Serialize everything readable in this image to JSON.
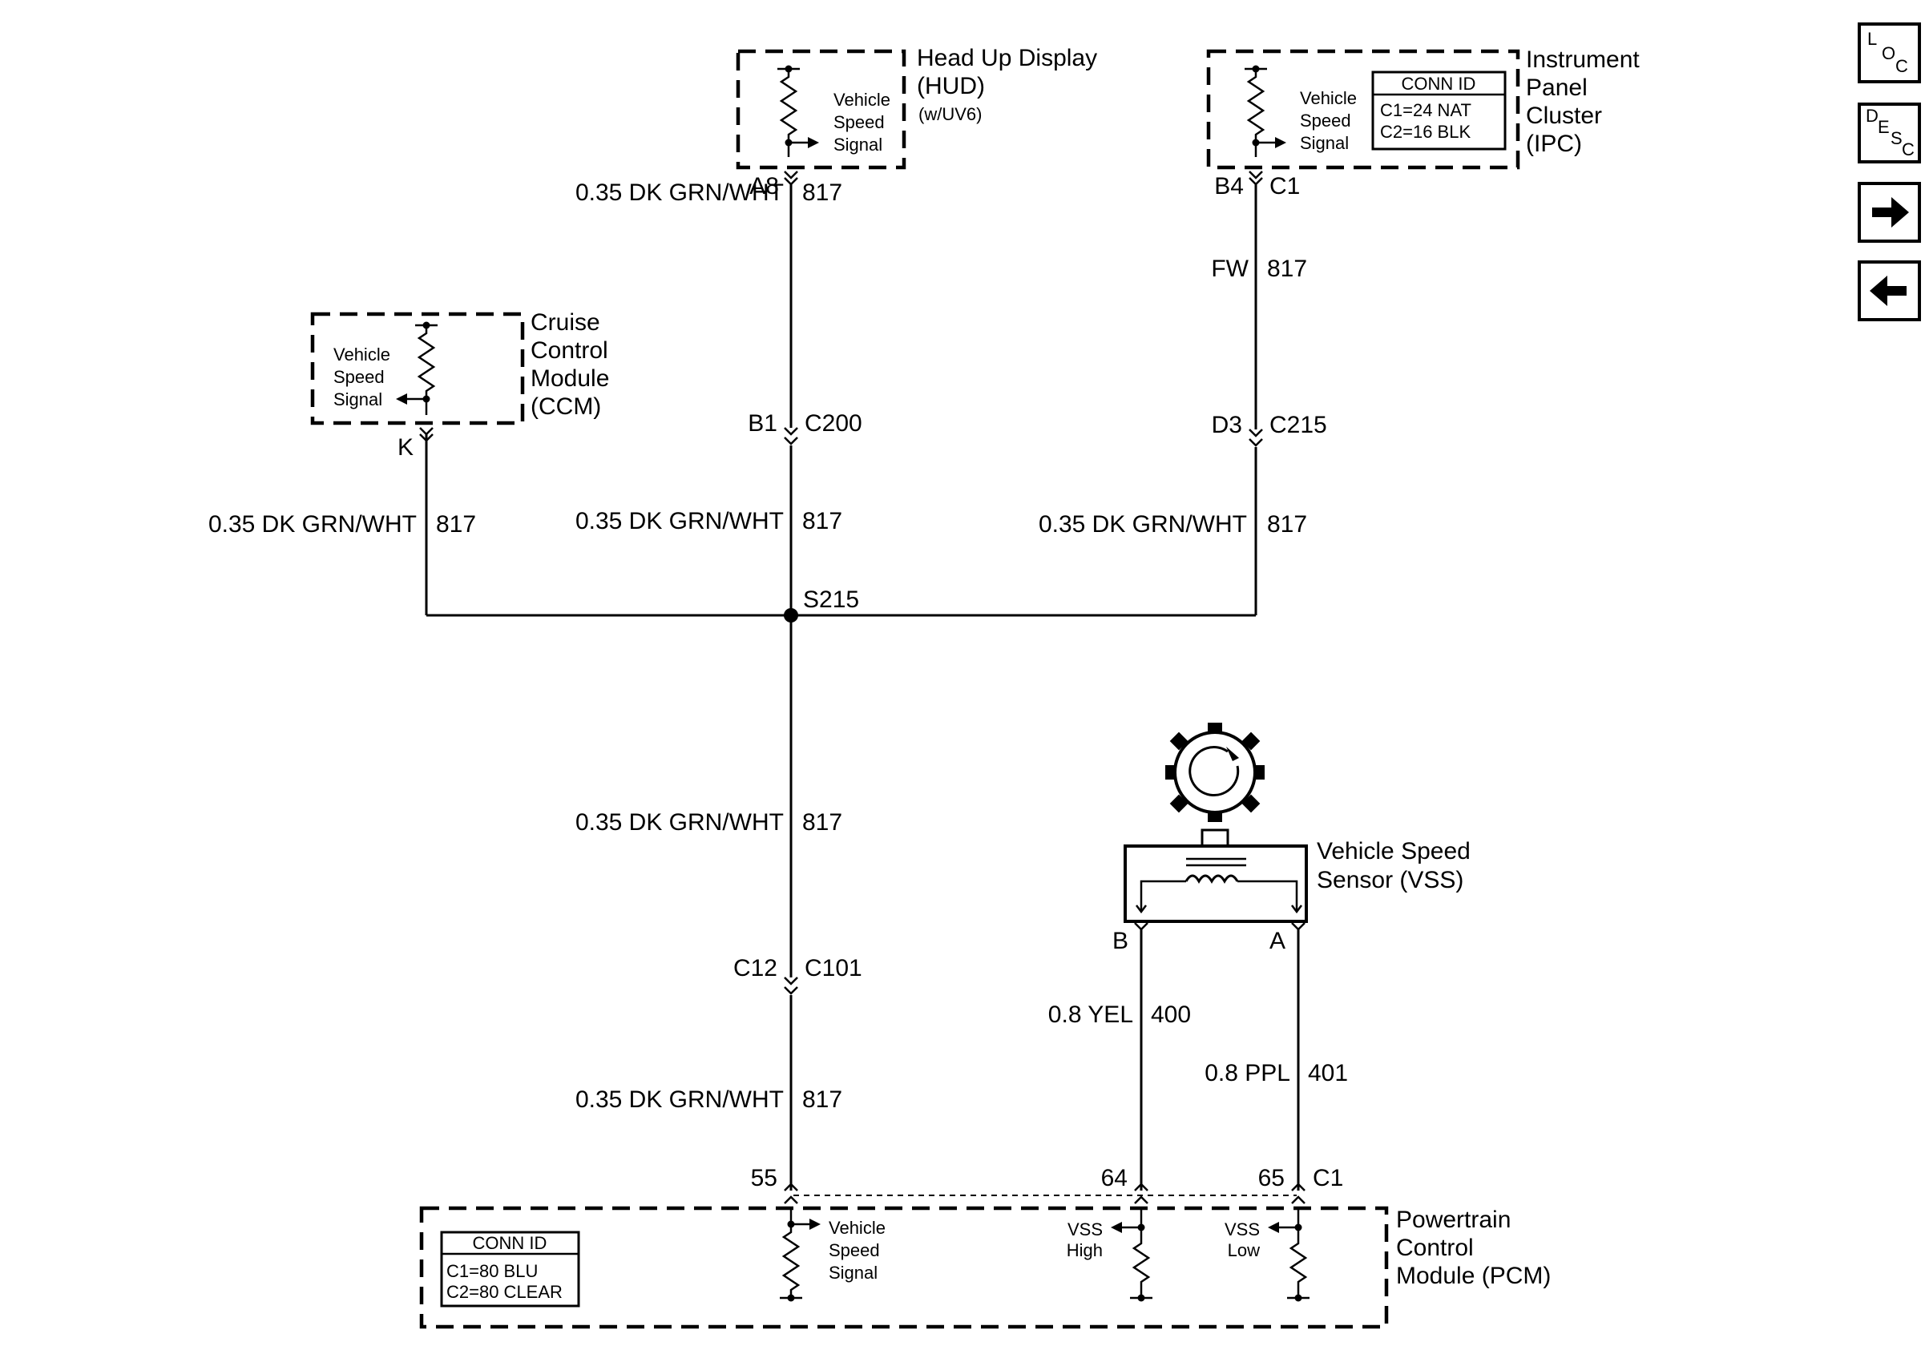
{
  "hud": {
    "title": "Head Up Display",
    "abbr": "(HUD)",
    "option": "(w/UV6)",
    "signal": [
      "Vehicle",
      "Speed",
      "Signal"
    ],
    "pin": "A8"
  },
  "ipc": {
    "title": [
      "Instrument",
      "Panel",
      "Cluster",
      "(IPC)"
    ],
    "conn_id_title": "CONN ID",
    "conn_id_lines": [
      "C1=24 NAT",
      "C2=16 BLK"
    ],
    "signal": [
      "Vehicle",
      "Speed",
      "Signal"
    ],
    "pin": "B4",
    "conn": "C1"
  },
  "ccm": {
    "title": [
      "Cruise",
      "Control",
      "Module",
      "(CCM)"
    ],
    "signal": [
      "Vehicle",
      "Speed",
      "Signal"
    ],
    "pin": "K"
  },
  "wires": {
    "hud_top": {
      "gauge": "0.35 DK GRN/WHT",
      "circuit": "817"
    },
    "ipc_top": {
      "gauge": "FW",
      "circuit": "817"
    },
    "center_mid": {
      "gauge": "0.35 DK GRN/WHT",
      "circuit": "817"
    },
    "ccm": {
      "gauge": "0.35 DK GRN/WHT",
      "circuit": "817"
    },
    "ipc_mid": {
      "gauge": "0.35 DK GRN/WHT",
      "circuit": "817"
    },
    "center_low": {
      "gauge": "0.35 DK GRN/WHT",
      "circuit": "817"
    },
    "center_bottom": {
      "gauge": "0.35 DK GRN/WHT",
      "circuit": "817"
    },
    "vss_b": {
      "gauge": "0.8 YEL",
      "circuit": "400"
    },
    "vss_a": {
      "gauge": "0.8 PPL",
      "circuit": "401"
    }
  },
  "connectors": {
    "c200": {
      "pin": "B1",
      "name": "C200"
    },
    "c215": {
      "pin": "D3",
      "name": "C215"
    },
    "c101": {
      "pin": "C12",
      "name": "C101"
    }
  },
  "splice": "S215",
  "vss": {
    "title": [
      "Vehicle Speed",
      "Sensor (VSS)"
    ],
    "pin_b": "B",
    "pin_a": "A"
  },
  "pcm": {
    "title": [
      "Powertrain",
      "Control",
      "Module (PCM)"
    ],
    "conn_id_title": "CONN ID",
    "conn_id_lines": [
      "C1=80 BLU",
      "C2=80 CLEAR"
    ],
    "pins": [
      "55",
      "64",
      "65"
    ],
    "conn": "C1",
    "signal": [
      "Vehicle",
      "Speed",
      "Signal"
    ],
    "vss_high": [
      "VSS",
      "High"
    ],
    "vss_low": [
      "VSS",
      "Low"
    ]
  },
  "nav": {
    "loc": [
      "L",
      "O",
      "C"
    ],
    "desc": [
      "D",
      "E",
      "S",
      "C"
    ],
    "next_icon": "arrow-right-icon",
    "prev_icon": "arrow-left-icon"
  }
}
